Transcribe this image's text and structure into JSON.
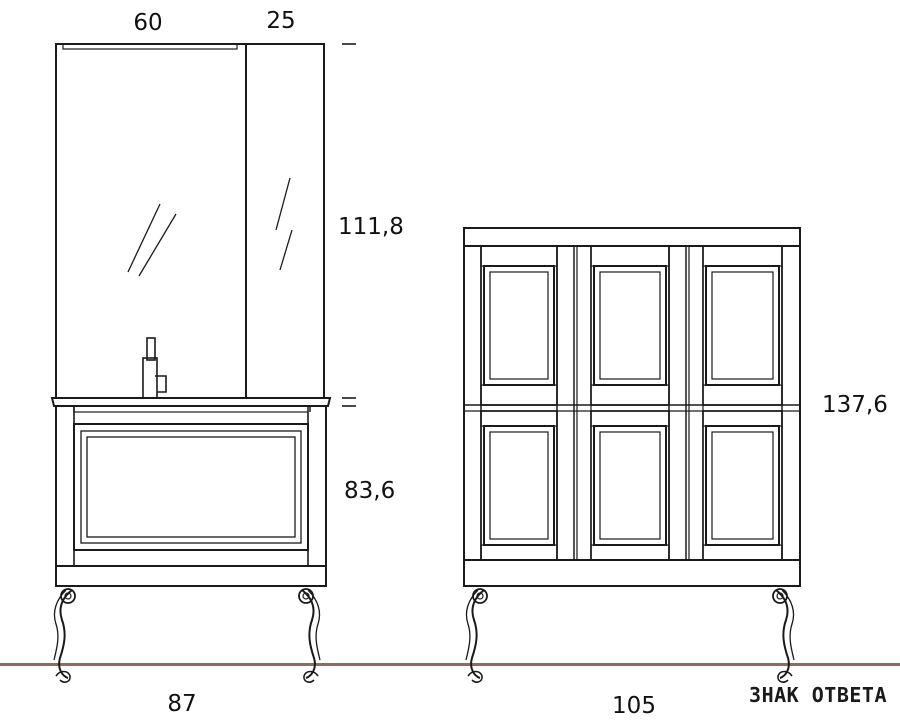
{
  "dimensions": {
    "mirror_width": "60",
    "cabinet_width": "25",
    "mirror_height": "111,8",
    "vanity_height": "83,6",
    "tall_cabinet_height": "137,6",
    "vanity_set_width": "87",
    "tall_cabinet_width": "105"
  },
  "watermark": "ЗНАК ОТВЕТА",
  "colors": {
    "stroke": "#1a1a1a",
    "floor": "#8a6e62",
    "paper": "#ffffff",
    "text": "#111111"
  }
}
